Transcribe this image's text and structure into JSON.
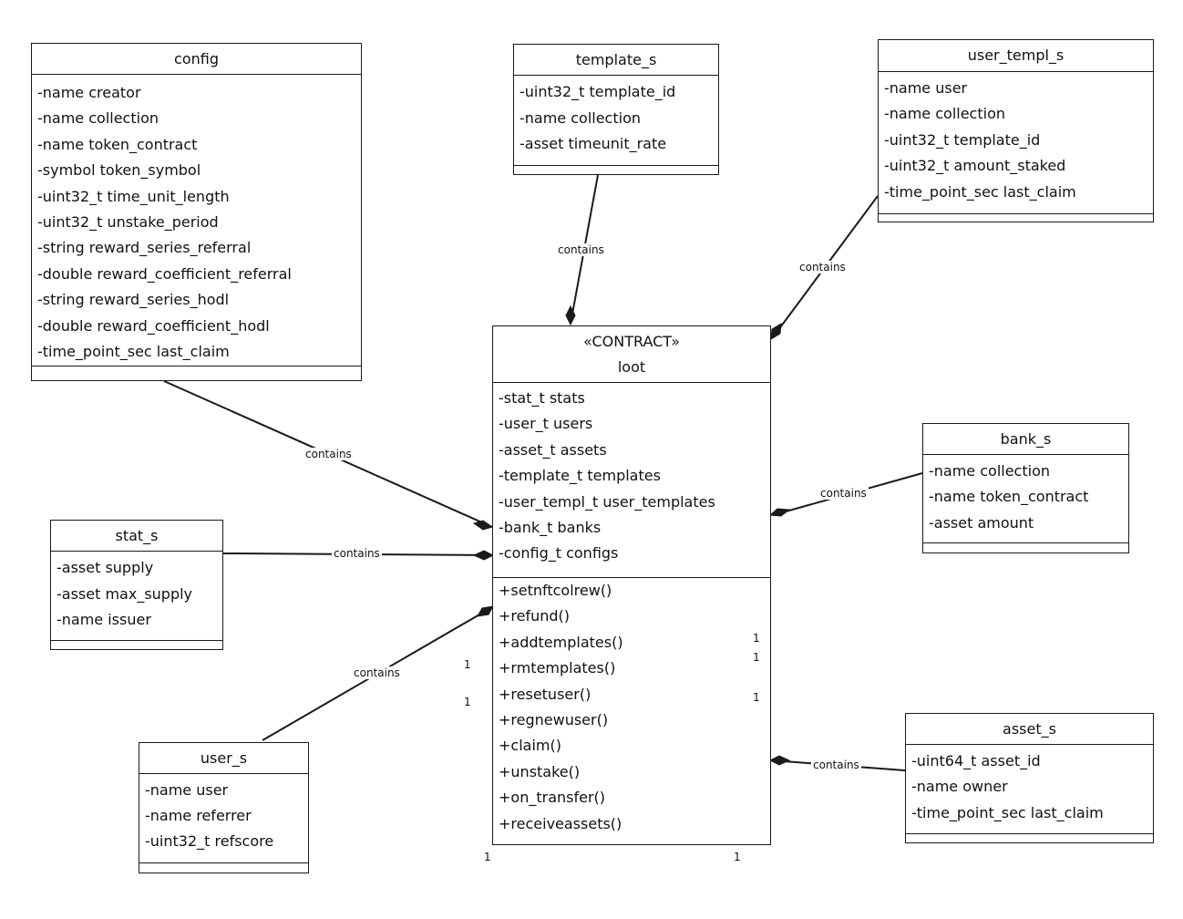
{
  "classes": {
    "config": {
      "name": "config",
      "attributes": [
        "-name creator",
        "-name collection",
        "-name token_contract",
        "-symbol token_symbol",
        "-uint32_t time_unit_length",
        "-uint32_t unstake_period",
        "-string reward_series_referral",
        "-double reward_coefficient_referral",
        "-string reward_series_hodl",
        "-double reward_coefficient_hodl",
        "-time_point_sec last_claim"
      ]
    },
    "template_s": {
      "name": "template_s",
      "attributes": [
        "-uint32_t template_id",
        "-name collection",
        "-asset timeunit_rate"
      ]
    },
    "user_templ_s": {
      "name": "user_templ_s",
      "attributes": [
        "-name user",
        "-name collection",
        "-uint32_t template_id",
        "-uint32_t amount_staked",
        "-time_point_sec last_claim"
      ]
    },
    "loot": {
      "stereotype": "«CONTRACT»",
      "name": "loot",
      "attributes": [
        "-stat_t stats",
        "-user_t users",
        "-asset_t assets",
        "-template_t templates",
        "-user_templ_t user_templates",
        "-bank_t banks",
        "-config_t configs"
      ],
      "methods": [
        "+setnftcolrew()",
        "+refund()",
        "+addtemplates()",
        "+rmtemplates()",
        "+resetuser()",
        "+regnewuser()",
        "+claim()",
        "+unstake()",
        "+on_transfer()",
        "+receiveassets()"
      ]
    },
    "bank_s": {
      "name": "bank_s",
      "attributes": [
        "-name collection",
        "-name token_contract",
        "-asset amount"
      ]
    },
    "stat_s": {
      "name": "stat_s",
      "attributes": [
        "-asset supply",
        "-asset max_supply",
        "-name issuer"
      ]
    },
    "user_s": {
      "name": "user_s",
      "attributes": [
        "-name user",
        "-name referrer",
        "-uint32_t refscore"
      ]
    },
    "asset_s": {
      "name": "asset_s",
      "attributes": [
        "-uint64_t asset_id",
        "-name owner",
        "-time_point_sec last_claim"
      ]
    }
  },
  "relations": [
    {
      "from": "config",
      "to": "loot",
      "label": "contains"
    },
    {
      "from": "template_s",
      "to": "loot",
      "label": "contains"
    },
    {
      "from": "user_templ_s",
      "to": "loot",
      "label": "contains"
    },
    {
      "from": "stat_s",
      "to": "loot",
      "label": "contains"
    },
    {
      "from": "bank_s",
      "to": "loot",
      "label": "contains"
    },
    {
      "from": "user_s",
      "to": "loot",
      "label": "contains"
    },
    {
      "from": "asset_s",
      "to": "loot",
      "label": "contains"
    }
  ],
  "multiplicities": [
    "1",
    "1",
    "1",
    "1",
    "1",
    "1",
    "1"
  ]
}
